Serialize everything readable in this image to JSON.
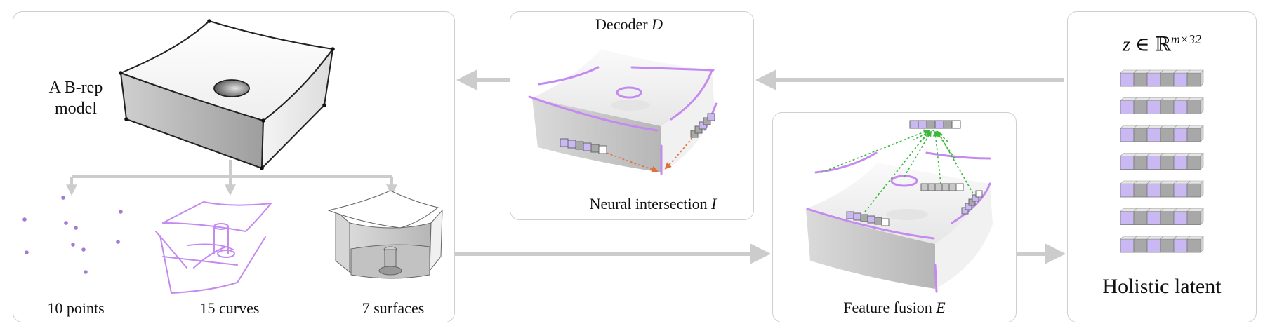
{
  "brep": {
    "title_line1": "A B-rep",
    "title_line2": "model",
    "points_label": "10 points",
    "curves_label": "15 curves",
    "surfaces_label": "7 surfaces",
    "points_count": 10,
    "curves_count": 15,
    "surfaces_count": 7
  },
  "decoder": {
    "title": "Decoder",
    "symbol": "D",
    "intersection_label": "Neural intersection",
    "intersection_symbol": "I"
  },
  "fusion": {
    "title": "Feature fusion",
    "symbol": "E"
  },
  "latent": {
    "formula_var": "z",
    "formula_rel": "∈",
    "formula_set": "ℝ",
    "formula_exp": "m×32",
    "title": "Holistic latent",
    "rows": 7,
    "cells_per_row": 6
  },
  "colors": {
    "curve": "#c48af0",
    "point": "#a47ad8",
    "token_purple": "#c9b8f2",
    "token_gray": "#a8a8a8",
    "arrow": "#cccccc",
    "panel_border": "#cfcfcf",
    "red_arrow": "#e0703a",
    "green_arrow": "#3cb83c"
  }
}
